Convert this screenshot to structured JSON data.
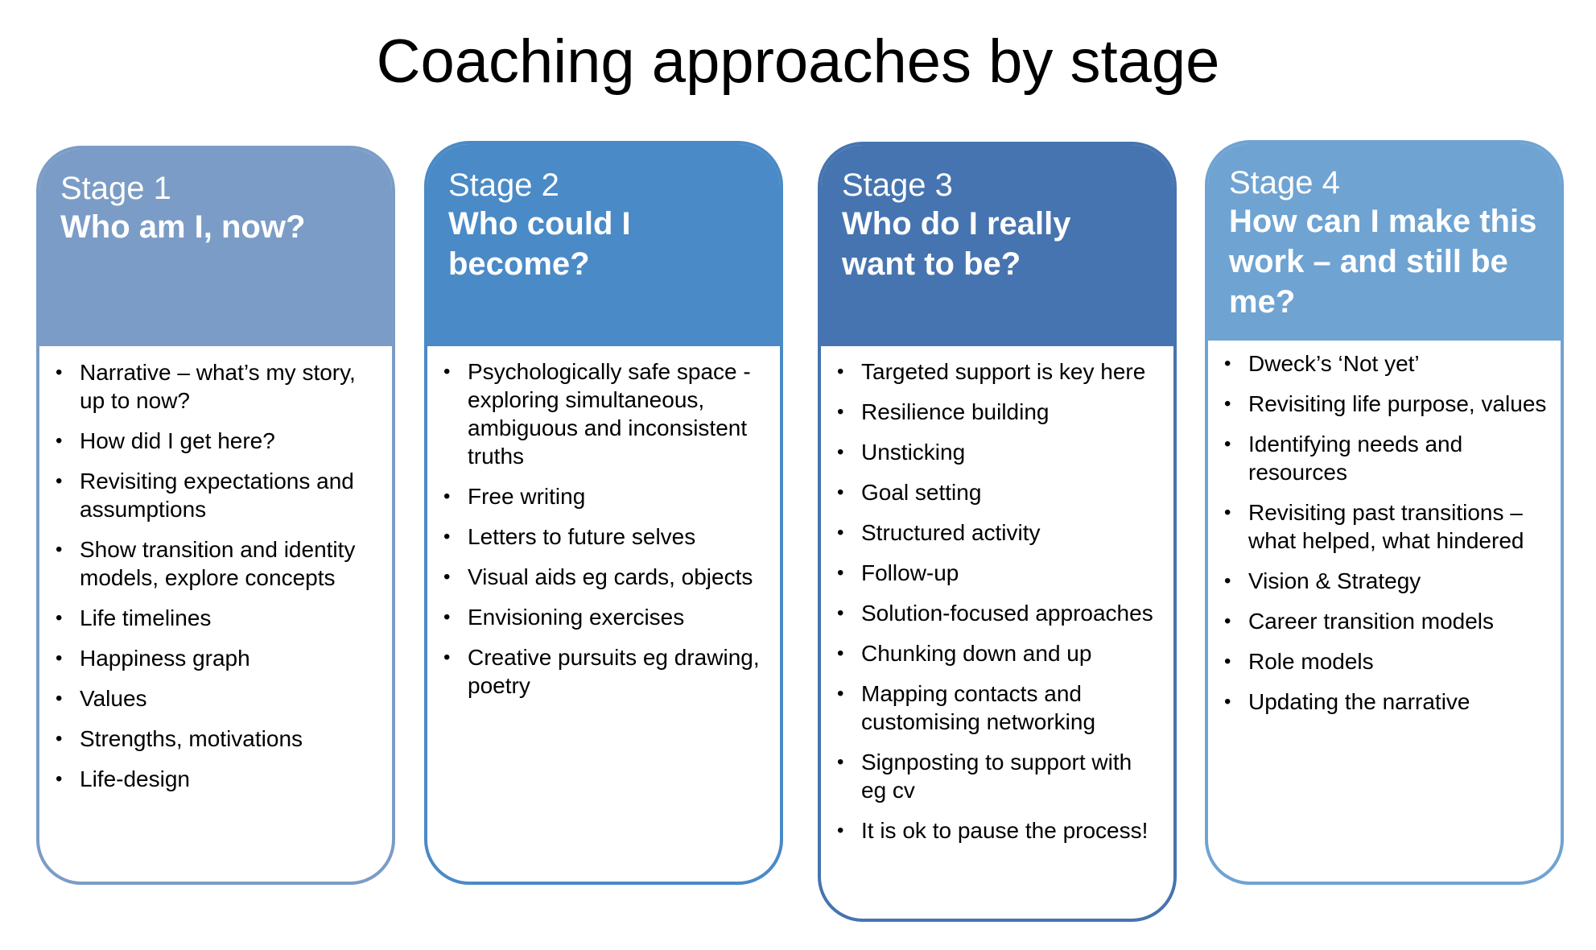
{
  "title": "Coaching approaches by stage",
  "colors": {
    "stage1": "#7b9cc6",
    "stage2": "#4a8ac6",
    "stage3": "#4674b0",
    "stage4": "#6fa3d2"
  },
  "stages": [
    {
      "label": "Stage 1",
      "question": "Who am I, now?",
      "items": [
        "Narrative – what’s my story, up to now?",
        "How did I get here?",
        "Revisiting expectations and assumptions",
        "Show transition and identity models, explore concepts",
        "Life timelines",
        "Happiness graph",
        "Values",
        "Strengths, motivations",
        "Life-design"
      ]
    },
    {
      "label": "Stage 2",
      "question": "Who could I become?",
      "items": [
        "Psychologically safe space - exploring simultaneous, ambiguous and inconsistent truths",
        "Free writing",
        "Letters to future selves",
        "Visual aids eg cards, objects",
        "Envisioning exercises",
        "Creative pursuits eg drawing, poetry"
      ]
    },
    {
      "label": "Stage 3",
      "question": "Who do I really want to be?",
      "items": [
        "Targeted support is key here",
        "Resilience building",
        "Unsticking",
        "Goal setting",
        "Structured activity",
        "Follow-up",
        "Solution-focused approaches",
        "Chunking down and up",
        "Mapping contacts and customising networking",
        "Signposting to support with eg cv",
        "It is ok to pause the process!"
      ]
    },
    {
      "label": "Stage 4",
      "question": "How can I make this work – and still be me?",
      "items": [
        "Dweck’s ‘Not yet’",
        "Revisiting life purpose, values",
        "Identifying needs and resources",
        "Revisiting past transitions – what helped, what hindered",
        "Vision & Strategy",
        "Career transition models",
        "Role models",
        "Updating the narrative"
      ]
    }
  ]
}
